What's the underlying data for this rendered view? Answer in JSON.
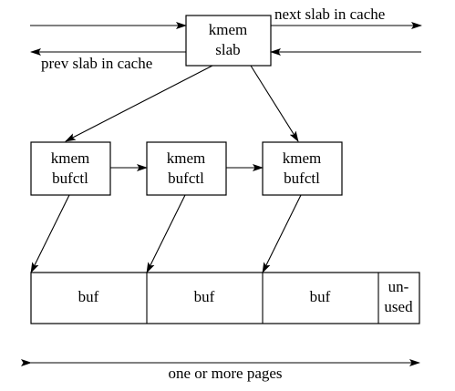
{
  "slab": {
    "line1": "kmem",
    "line2": "slab"
  },
  "links": {
    "next": "next slab in cache",
    "prev": "prev slab in cache"
  },
  "bufctls": [
    {
      "line1": "kmem",
      "line2": "bufctl"
    },
    {
      "line1": "kmem",
      "line2": "bufctl"
    },
    {
      "line1": "kmem",
      "line2": "bufctl"
    }
  ],
  "bufs": [
    {
      "label": "buf"
    },
    {
      "label": "buf"
    },
    {
      "label": "buf"
    }
  ],
  "unused": {
    "line1": "un-",
    "line2": "used"
  },
  "span": {
    "label": "one or more pages"
  }
}
